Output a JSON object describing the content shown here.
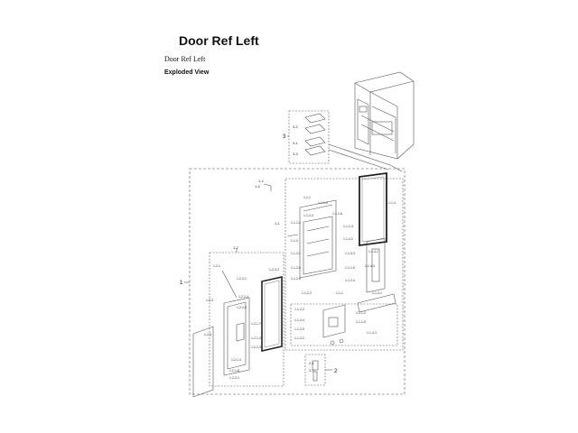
{
  "page": {
    "title": "Door Ref Left",
    "subtitle": "Door Ref Left",
    "view_label": "Exploded View"
  },
  "callouts": {
    "assembly_1": "1",
    "assembly_2": "2",
    "assembly_3": "3",
    "sub_1_2": "1-2",
    "sub_1_4": "1-4",
    "sub_1_5": "1-5",
    "sub_3_1": "3-1",
    "sub_3_2": "3-2",
    "sub_3_3": "3-3",
    "sub_2_1": "2-1",
    "sub_2_2": "2-2",
    "sub_1_1": "1-1"
  }
}
